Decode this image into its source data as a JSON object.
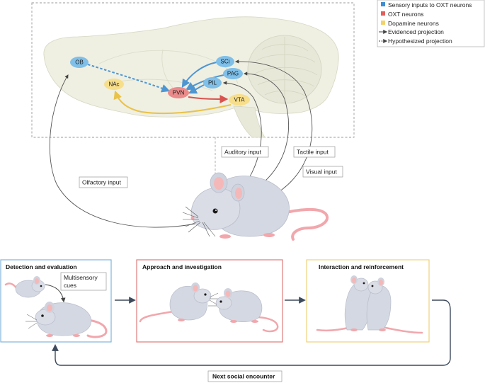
{
  "legend": {
    "items": [
      {
        "label": "Sensory inputs to OXT neurons",
        "color": "#3d8fd1",
        "kind": "swatch"
      },
      {
        "label": "OXT neurons",
        "color": "#e0605e",
        "kind": "swatch"
      },
      {
        "label": "Dopamine neurons",
        "color": "#f2d36b",
        "kind": "swatch"
      },
      {
        "label": "Evidenced projection",
        "kind": "solid-arrow"
      },
      {
        "label": "Hypothesized projection",
        "kind": "dashed-arrow"
      }
    ]
  },
  "brain_nodes": {
    "ob": "OB",
    "nac": "NAc",
    "pvn": "PVN",
    "vta": "VTA",
    "sci": "SCi",
    "pag": "PAG",
    "pil": "PIL"
  },
  "inputs": {
    "olfactory": "Olfactory input",
    "auditory": "Auditory input",
    "tactile": "Tactile input",
    "visual": "Visual input"
  },
  "panels": {
    "detection": {
      "title": "Detection and evaluation",
      "callout_line1": "Multisensory",
      "callout_line2": "cues",
      "border_color": "#7fb3dc"
    },
    "approach": {
      "title": "Approach and investigation",
      "border_color": "#e07a7a"
    },
    "interaction": {
      "title": "Interaction and reinforcement",
      "border_color": "#f0d27a"
    }
  },
  "loop_label": "Next social encounter",
  "colors": {
    "blue_node": "#7fbfe8",
    "red_node": "#ea8a8a",
    "yellow_node": "#f7de8a",
    "blue_arrow": "#4d96d2",
    "red_arrow": "#d9534f",
    "yellow_arrow": "#e9c24a",
    "brain_fill": "#efefe2",
    "mouse_fill": "#d4d8e2",
    "tail": "#f1a7ac"
  }
}
